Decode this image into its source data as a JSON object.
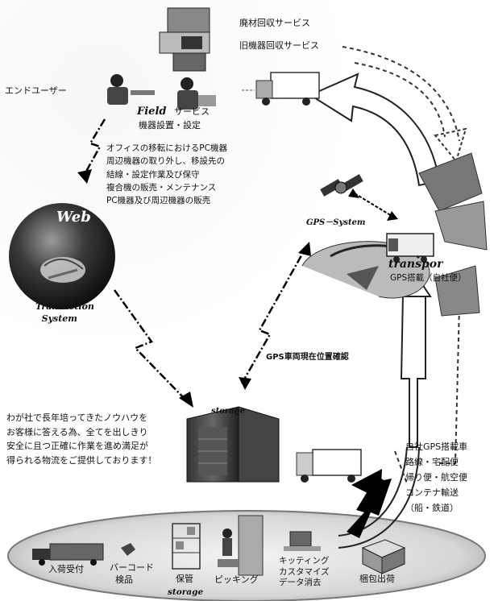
{
  "labels": {
    "disposal_service": "廃材回収サービス",
    "old_equipment_service": "旧機器回収サービス",
    "end_user": "エンドユーザー",
    "field_word": "Field",
    "field_service_word": "サービス",
    "field_setup": "機器設置・設定",
    "office_services": "オフィスの移転におけるPC機器\n周辺機器の取り外し、移設先の\n結線・設定作業及び保守\n複合機の販売・メンテナンス\nPC機器及び周辺機器の販売",
    "web": "Web",
    "transaction_system": "Transaction\n  System",
    "gps_system": "GPS－System",
    "transpor": "transpor",
    "gps_equipped": "GPS搭載（自社便）",
    "gps_vehicle_check": "GPS車両現在位置確認",
    "storage_top": "storage",
    "company_message": "わが社で長年培ってきたノウハウを\nお客様に答える為、全てを出しきり\n安全に且つ正確に作業を進め満足が\n得られる物流をご提供しております！",
    "transport_list": "自社GPS搭載車\n路線・宅配便\n帰り便・航空便\nコンテナ輸送\n（船・鉄道）",
    "receiving": "入荷受付",
    "barcode": "バーコード\n  検品",
    "storage_jp": "保管",
    "storage_en": "storage",
    "picking": "ピッキング",
    "kitting": "キッティング\nカスタマイズ\nデータ消去",
    "packing": "梱包出荷"
  },
  "colors": {
    "dark": "#111111",
    "mid_gray": "#555555",
    "light_gray": "#cfcfcf",
    "ellipse_fill": "#dcdcdc"
  }
}
